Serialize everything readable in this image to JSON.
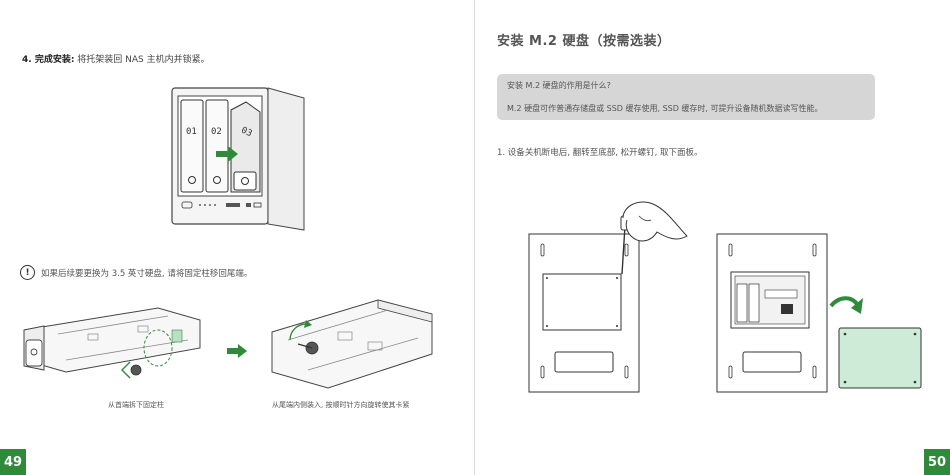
{
  "left_page": {
    "step_label": "4. 完成安装:",
    "step_text": "将托架装回 NAS 主机内并锁紧。",
    "bay_labels": [
      "01",
      "02",
      "03"
    ],
    "note_icon": "exclamation-icon",
    "note_text": "如果后续要更换为 3.5 英寸硬盘, 请将固定柱移回尾端。",
    "caption_left": "从首端拆下固定柱",
    "caption_right": "从尾端内侧装入, 按顺时针方向旋转使其卡紧",
    "page_number": "49"
  },
  "right_page": {
    "section_title": "安装 M.2 硬盘（按需选装）",
    "info_question": "安装 M.2 硬盘的作用是什么?",
    "info_answer": "M.2 硬盘可作普通存储盘或 SSD 缓存使用, SSD 缓存时, 可提升设备随机数据读写性能。",
    "step1_text": "1. 设备关机断电后, 翻转至底部, 松开螺钉, 取下面板。",
    "page_number": "50"
  },
  "colors": {
    "accent_green": "#2f8b3a",
    "info_box_bg": "#d6d6d6",
    "panel_fill": "#cdebd6"
  }
}
